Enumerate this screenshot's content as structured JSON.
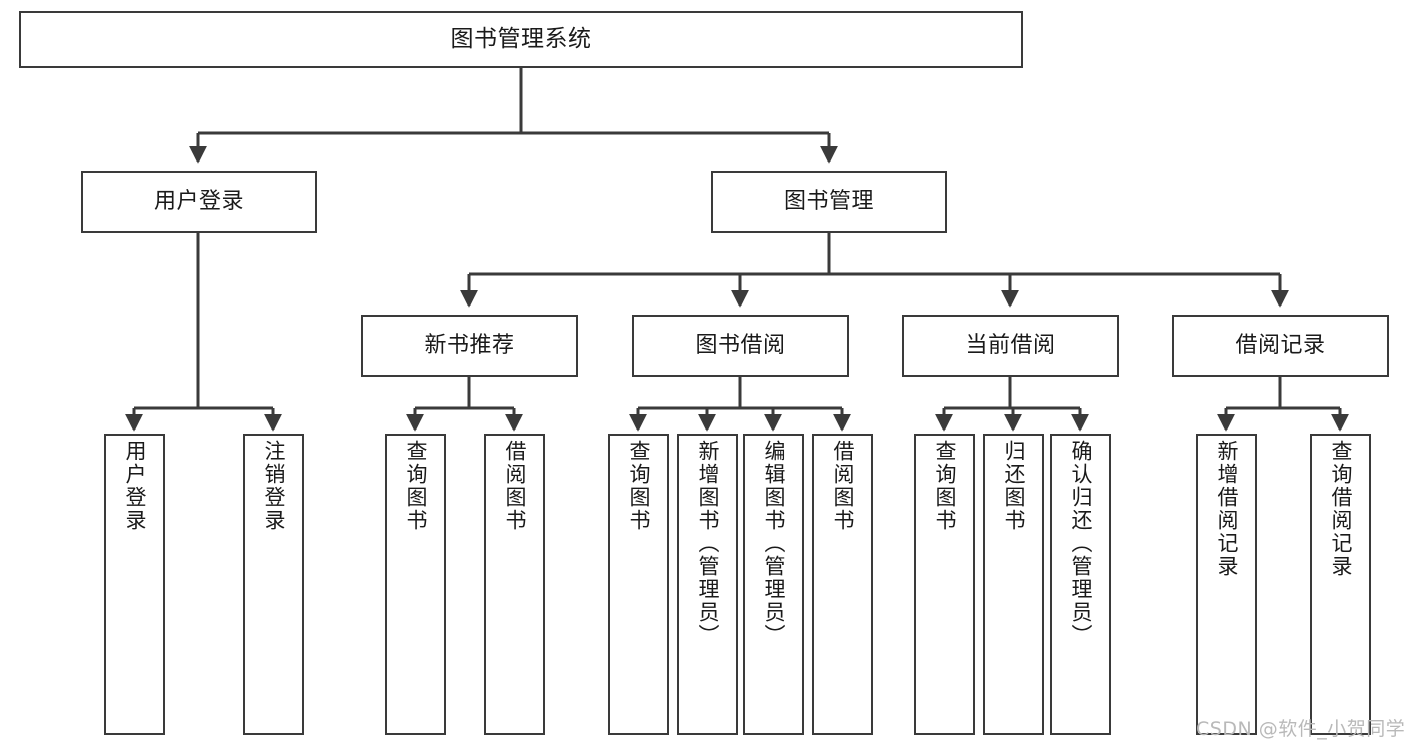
{
  "diagram": {
    "type": "tree-hierarchy",
    "title": "图书管理系统",
    "root": {
      "label": "图书管理系统"
    },
    "level2": [
      {
        "label": "用户登录"
      },
      {
        "label": "图书管理"
      }
    ],
    "level3": [
      {
        "label": "新书推荐"
      },
      {
        "label": "图书借阅"
      },
      {
        "label": "当前借阅"
      },
      {
        "label": "借阅记录"
      }
    ],
    "leaves": {
      "user_login": [
        {
          "label": "用户登录"
        },
        {
          "label": "注销登录"
        }
      ],
      "new_book_recommend": [
        {
          "label": "查询图书"
        },
        {
          "label": "借阅图书"
        }
      ],
      "book_borrow": [
        {
          "label": "查询图书"
        },
        {
          "label": "新增图书（管理员）"
        },
        {
          "label": "编辑图书（管理员）"
        },
        {
          "label": "借阅图书"
        }
      ],
      "current_borrow": [
        {
          "label": "查询图书"
        },
        {
          "label": "归还图书"
        },
        {
          "label": "确认归还（管理员）"
        }
      ],
      "borrow_records": [
        {
          "label": "新增借阅记录"
        },
        {
          "label": "查询借阅记录"
        }
      ]
    }
  },
  "watermark": {
    "text": "CSDN @软件_小贺同学"
  },
  "colors": {
    "box_border": "#3a3a3a",
    "box_fill": "#ffffff",
    "connector": "#3a3a3a",
    "text": "#1a1a1a",
    "watermark": "#b9b9b9"
  }
}
